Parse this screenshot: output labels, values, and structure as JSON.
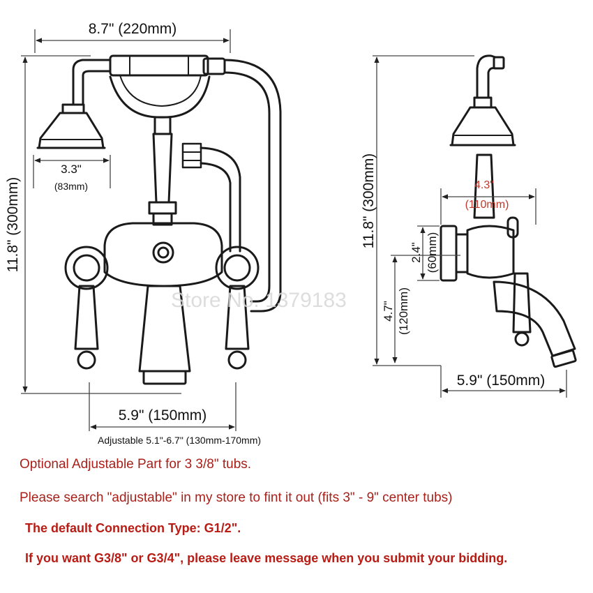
{
  "left_view": {
    "width_label": "8.7\" (220mm)",
    "height_label": "11.8\" (300mm)",
    "head_diameter_inch": "3.3\"",
    "head_diameter_mm": "(83mm)",
    "center_label": "5.9\" (150mm)",
    "adjustable_label": "Adjustable 5.1\"-6.7\" (130mm-170mm)"
  },
  "right_view": {
    "height_label": "11.8\" (300mm)",
    "reach_inch": "4.3\"",
    "reach_mm": "(110mm)",
    "mount_inch": "2.4\"",
    "mount_mm": "(60mm)",
    "spout_height_inch": "4.7\"",
    "spout_height_mm": "(120mm)",
    "depth_label": "5.9\" (150mm)"
  },
  "watermark": "Store No. 1379183",
  "notes": {
    "line1": "Optional Adjustable Part for 3 3/8\" tubs.",
    "line2": "Please search \"adjustable\" in my store to fint it out (fits 3\" - 9\" center tubs)",
    "line3": "The default Connection Type: G1/2\".",
    "line4": "If you want G3/8\" or G3/4\", please leave message when you submit your bidding."
  }
}
